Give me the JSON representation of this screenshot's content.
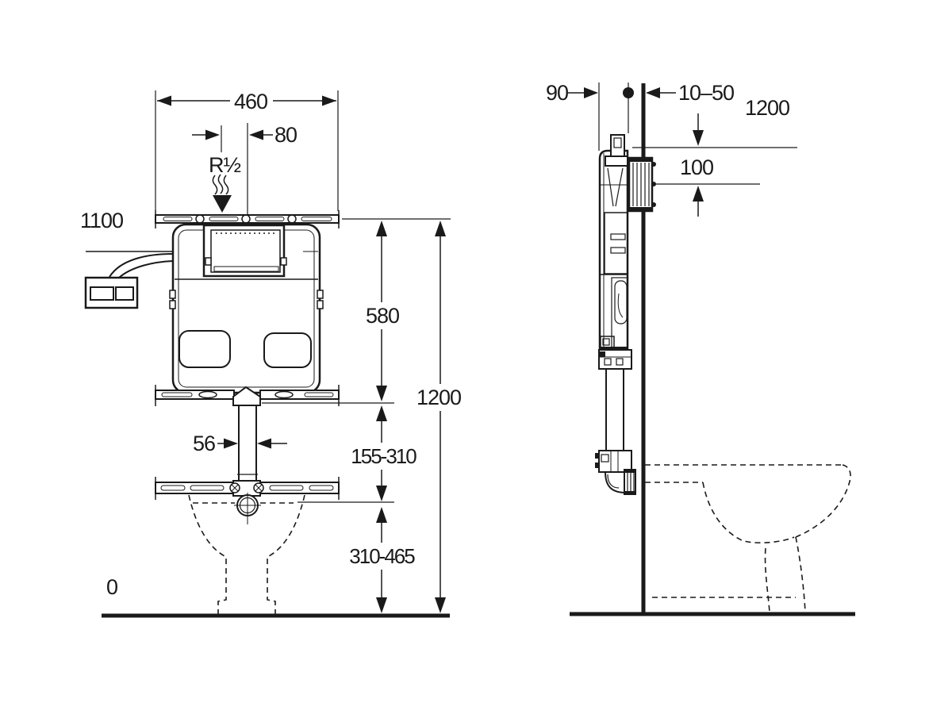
{
  "drawing": {
    "kind": "concealed-cistern-installation-dimensions",
    "units_note": "",
    "front": {
      "total_width": "460",
      "supply_offset": "80",
      "supply_thread": "R½",
      "actuator_level": "1100",
      "cistern_height": "580",
      "element_height": "1200",
      "flush_pipe_width": "56",
      "bend_range": "155-310",
      "outlet_range": "310-465",
      "floor_level": "0"
    },
    "side": {
      "depth": "90",
      "wall_finish_range": "10–50",
      "top_level": "1200",
      "opening_offset": "100"
    }
  },
  "colors": {
    "ink": "#1a1a1a",
    "paper": "#ffffff"
  }
}
